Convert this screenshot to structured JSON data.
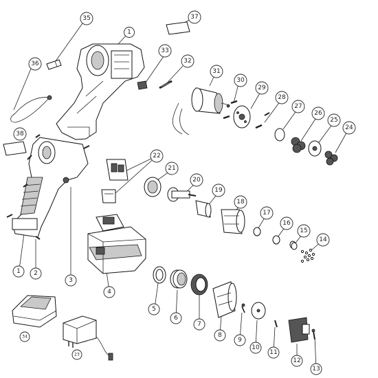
{
  "callouts": [
    {
      "id": "35",
      "text": "35"
    },
    {
      "id": "37",
      "text": "37"
    },
    {
      "id": "1a",
      "text": "1"
    },
    {
      "id": "33",
      "text": "33"
    },
    {
      "id": "32",
      "text": "32"
    },
    {
      "id": "36",
      "text": "36"
    },
    {
      "id": "31",
      "text": "31"
    },
    {
      "id": "30",
      "text": "30"
    },
    {
      "id": "29",
      "text": "29"
    },
    {
      "id": "28",
      "text": "28"
    },
    {
      "id": "27",
      "text": "27"
    },
    {
      "id": "26",
      "text": "26"
    },
    {
      "id": "25",
      "text": "25"
    },
    {
      "id": "24",
      "text": "24"
    },
    {
      "id": "38",
      "text": "38"
    },
    {
      "id": "22",
      "text": "22"
    },
    {
      "id": "21",
      "text": "21"
    },
    {
      "id": "20",
      "text": "20"
    },
    {
      "id": "19",
      "text": "19"
    },
    {
      "id": "18",
      "text": "18"
    },
    {
      "id": "17",
      "text": "17"
    },
    {
      "id": "16",
      "text": "16"
    },
    {
      "id": "15",
      "text": "15"
    },
    {
      "id": "14",
      "text": "14"
    },
    {
      "id": "1b",
      "text": "1"
    },
    {
      "id": "2",
      "text": "2"
    },
    {
      "id": "3",
      "text": "3"
    },
    {
      "id": "4",
      "text": "4"
    },
    {
      "id": "5",
      "text": "5"
    },
    {
      "id": "6",
      "text": "6"
    },
    {
      "id": "7",
      "text": "7"
    },
    {
      "id": "8",
      "text": "8"
    },
    {
      "id": "9",
      "text": "9"
    },
    {
      "id": "10",
      "text": "10"
    },
    {
      "id": "11",
      "text": "11"
    },
    {
      "id": "12",
      "text": "12"
    },
    {
      "id": "13",
      "text": "13"
    },
    {
      "id": "34",
      "text": "34"
    },
    {
      "id": "23",
      "text": "23"
    }
  ]
}
